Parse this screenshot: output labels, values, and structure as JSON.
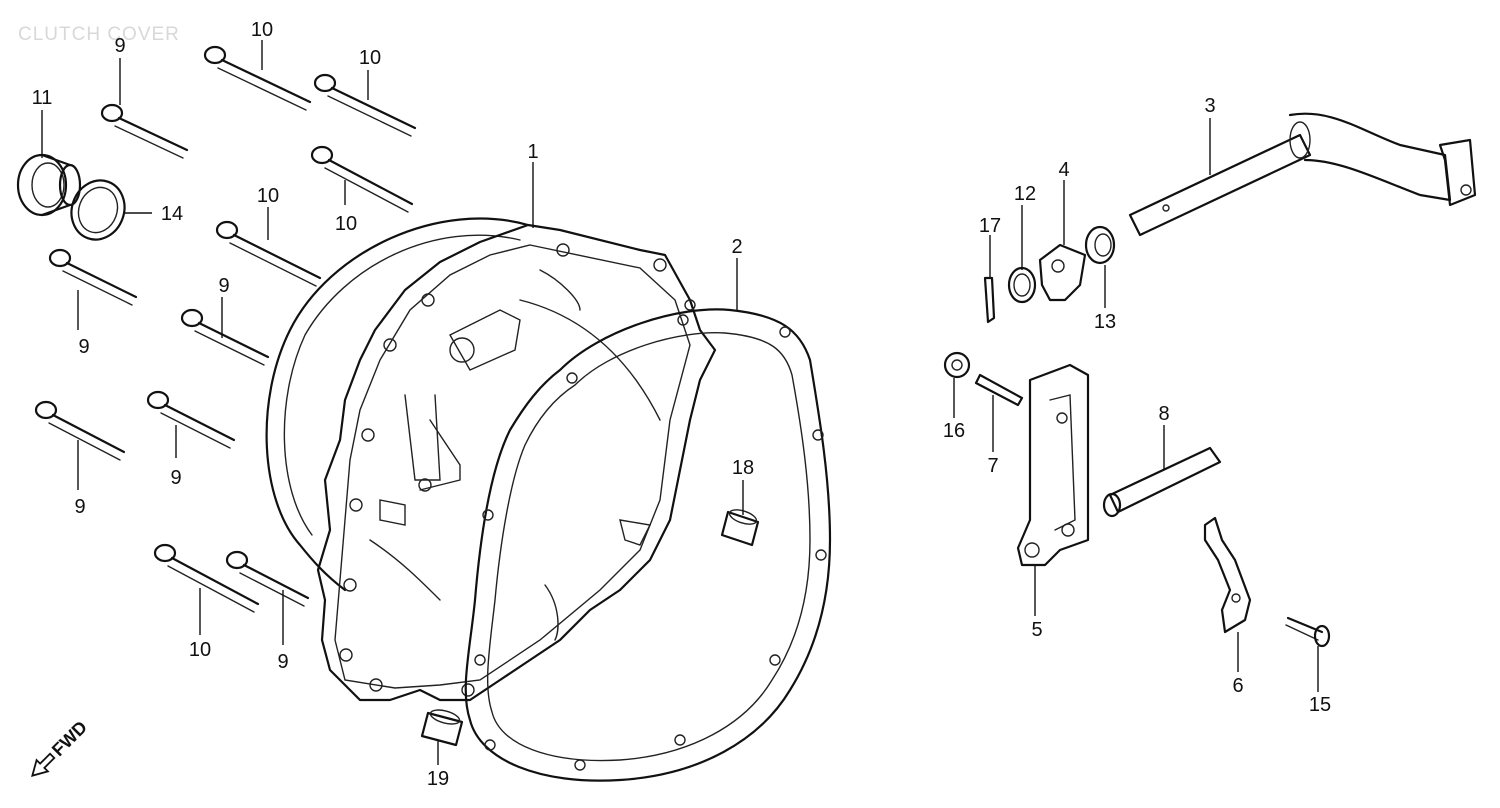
{
  "diagram": {
    "title": "CLUTCH COVER",
    "fwd_label": "FWD",
    "callouts": {
      "c1": "1",
      "c2": "2",
      "c3": "3",
      "c4": "4",
      "c5": "5",
      "c6": "6",
      "c7": "7",
      "c8": "8",
      "c9a": "9",
      "c9b": "9",
      "c9c": "9",
      "c9d": "9",
      "c9e": "9",
      "c9f": "9",
      "c10a": "10",
      "c10b": "10",
      "c10c": "10",
      "c10d": "10",
      "c10e": "10",
      "c11": "11",
      "c12": "12",
      "c13": "13",
      "c14": "14",
      "c15": "15",
      "c16": "16",
      "c17": "17",
      "c18": "18",
      "c19": "19"
    }
  }
}
